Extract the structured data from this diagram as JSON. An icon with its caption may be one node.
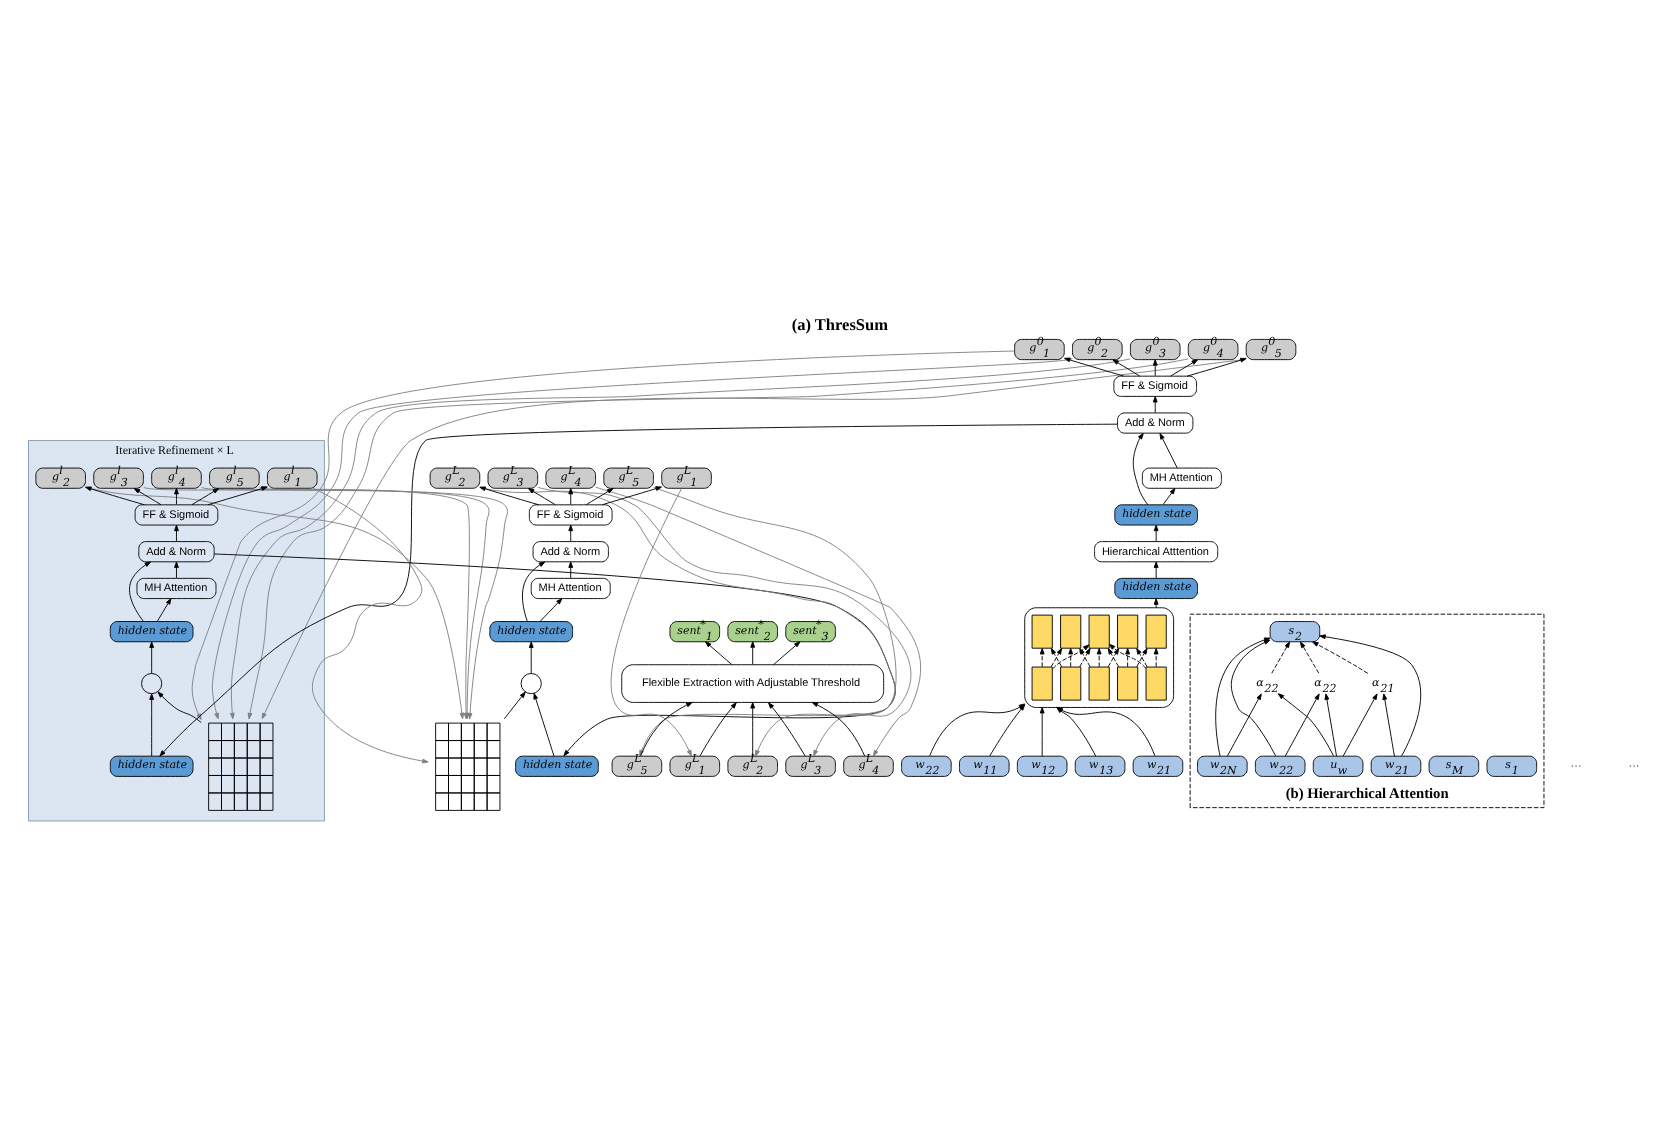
{
  "diagram": {
    "title": "(a) ThresSum",
    "nodes": [
      {
        "text": [
          "g$^{0}$$_{1}$"
        ]
      },
      {
        "text": [
          "g$^{0}$$_{2}$"
        ]
      },
      {
        "text": [
          "g$^{0}$$_{3}$"
        ]
      },
      {
        "text": [
          "g$^{0}$$_{4}$"
        ]
      },
      {
        "text": [
          "g$^{0}$$_{5}$"
        ]
      },
      {
        "text": [
          "FF & Sigmoid"
        ]
      },
      {
        "text": [
          "Add & Norm"
        ]
      },
      {
        "text": [
          "MH Attention"
        ]
      },
      {
        "text": [
          "hidden state"
        ]
      },
      {
        "text": [
          "Hierarchical Atttention"
        ]
      },
      {
        "text": [
          "hidden state"
        ]
      },
      {
        "text": [],
        "shape": "box"
      },
      {
        "text": [],
        "shape": "box",
        "in": 11
      },
      {
        "text": [],
        "shape": "box",
        "in": 11
      },
      {
        "text": [],
        "shape": "box",
        "in": 11
      },
      {
        "text": [],
        "shape": "box",
        "in": 11
      },
      {
        "text": [],
        "shape": "box",
        "in": 11
      },
      {
        "text": [],
        "shape": "box",
        "in": 11
      },
      {
        "text": [],
        "shape": "box",
        "in": 11
      },
      {
        "text": [],
        "shape": "box",
        "in": 11
      },
      {
        "text": [],
        "shape": "box",
        "in": 11
      },
      {
        "text": [],
        "shape": "box",
        "in": 11
      },
      {
        "text": [
          "w$_{11}$"
        ]
      },
      {
        "text": [
          "w$_{12}$"
        ]
      },
      {
        "text": [
          "w$_{13}$"
        ]
      },
      {
        "text": [
          "w$_{21}$"
        ]
      },
      {
        "text": [
          "w$_{22}$"
        ]
      },
      {
        "text": [
          "Iterative Refinement × L"
        ]
      },
      {
        "text": [
          "g$^{l}$$_{1}$"
        ],
        "in": 27
      },
      {
        "text": [
          "g$^{l}$$_{2}$"
        ],
        "in": 27
      },
      {
        "text": [
          "g$^{l}$$_{3}$"
        ],
        "in": 27
      },
      {
        "text": [
          "g$^{l}$$_{4}$"
        ],
        "in": 27
      },
      {
        "text": [
          "g$^{l}$$_{5}$"
        ],
        "in": 27
      },
      {
        "text": [
          "FF & Sigmoid"
        ],
        "in": 27
      },
      {
        "text": [
          "Add & Norm"
        ],
        "in": 27
      },
      {
        "text": [
          "MH Attention"
        ],
        "in": 27
      },
      {
        "text": [
          "hidden state"
        ],
        "in": 27
      },
      {
        "text": [],
        "shape": "grid",
        "in": 27
      },
      {
        "text": [],
        "shape": "circle",
        "in": 27
      },
      {
        "text": [
          "hidden state"
        ],
        "in": 27
      },
      {
        "text": [
          "g$^{L}$$_{1}$"
        ]
      },
      {
        "text": [
          "g$^{L}$$_{2}$"
        ]
      },
      {
        "text": [
          "g$^{L}$$_{3}$"
        ]
      },
      {
        "text": [
          "g$^{L}$$_{4}$"
        ]
      },
      {
        "text": [
          "g$^{L}$$_{5}$"
        ]
      },
      {
        "text": [
          "FF & Sigmoid"
        ]
      },
      {
        "text": [
          "Add & Norm"
        ]
      },
      {
        "text": [
          "MH Attention"
        ]
      },
      {
        "text": [
          "hidden state"
        ]
      },
      {
        "text": [],
        "shape": "grid"
      },
      {
        "text": [],
        "shape": "circle"
      },
      {
        "text": [
          "hidden state"
        ]
      },
      {
        "text": [
          "(b) Hierarchical Attention"
        ]
      },
      {
        "text": [
          "s$_{1}$"
        ],
        "in": 52
      },
      {
        "text": [
          "s$_{2}$"
        ],
        "in": 52
      },
      {
        "text": [
          "s$_{M}$"
        ],
        "in": 52
      },
      {
        "text": [
          "α$_{21}$"
        ],
        "in": 52
      },
      {
        "text": [
          "α$_{22}$"
        ],
        "in": 52
      },
      {
        "text": [
          "α$_{22}$"
        ],
        "in": 52
      },
      {
        "text": [
          "u$_{w}$"
        ],
        "in": 52
      },
      {
        "text": [
          "w$_{21}$"
        ],
        "in": 52
      },
      {
        "text": [
          "w$_{22}$"
        ],
        "in": 52
      },
      {
        "text": [
          "w$_{2N}$"
        ],
        "in": 52
      },
      {
        "text": [
          "sent$^{*}$$_{1}$"
        ]
      },
      {
        "text": [
          "sent$^{*}$$_{2}$"
        ]
      },
      {
        "text": [
          "sent$^{*}$$_{3}$"
        ]
      },
      {
        "text": [
          "Flexible Extraction with Adjustable Threshold"
        ]
      },
      {
        "text": [
          "g$^{L}$$_{1}$"
        ]
      },
      {
        "text": [
          "g$^{L}$$_{2}$"
        ]
      },
      {
        "text": [
          "g$^{L}$$_{3}$"
        ]
      },
      {
        "text": [
          "g$^{L}$$_{4}$"
        ]
      },
      {
        "text": [
          "g$^{L}$$_{5}$"
        ]
      }
    ],
    "edges": [
      {
        "from": 22,
        "to": 11,
        "arrow": "to"
      },
      {
        "from": 23,
        "to": 11,
        "arrow": "to"
      },
      {
        "from": 24,
        "to": 11,
        "arrow": "to"
      },
      {
        "from": 25,
        "to": 11,
        "arrow": "to"
      },
      {
        "from": 26,
        "to": 11,
        "arrow": "to"
      },
      {
        "from": 17,
        "to": 12,
        "arrow": "to",
        "style": "dashed"
      },
      {
        "from": 18,
        "to": 13,
        "arrow": "to",
        "style": "dashed"
      },
      {
        "from": 19,
        "to": 14,
        "arrow": "to",
        "style": "dashed"
      },
      {
        "from": 20,
        "to": 15,
        "arrow": "to",
        "style": "dashed"
      },
      {
        "from": 21,
        "to": 16,
        "arrow": "to",
        "style": "dashed"
      },
      {
        "from": 17,
        "to": 13,
        "arrow": "to",
        "style": "dashed"
      },
      {
        "from": 18,
        "to": 12,
        "arrow": "to",
        "style": "dashed"
      },
      {
        "from": 18,
        "to": 14,
        "arrow": "to",
        "style": "dashed"
      },
      {
        "from": 19,
        "to": 13,
        "arrow": "to",
        "style": "dashed"
      },
      {
        "from": 19,
        "to": 15,
        "arrow": "to",
        "style": "dashed"
      },
      {
        "from": 20,
        "to": 14,
        "arrow": "to",
        "style": "dashed"
      },
      {
        "from": 20,
        "to": 16,
        "arrow": "to",
        "style": "dashed"
      },
      {
        "from": 21,
        "to": 15,
        "arrow": "to",
        "style": "dashed"
      },
      {
        "from": 17,
        "to": 14,
        "arrow": "to",
        "style": "dashed"
      },
      {
        "from": 21,
        "to": 14,
        "arrow": "to",
        "style": "dashed"
      },
      {
        "from": 11,
        "to": 10,
        "arrow": "to"
      },
      {
        "from": 10,
        "to": 9,
        "arrow": "to"
      },
      {
        "from": 9,
        "to": 8,
        "arrow": "to"
      },
      {
        "from": 8,
        "to": 7,
        "arrow": "to"
      },
      {
        "from": 8,
        "to": 6,
        "arrow": "to"
      },
      {
        "from": 7,
        "to": 6,
        "arrow": "to"
      },
      {
        "from": 6,
        "to": 5,
        "arrow": "to"
      },
      {
        "from": 5,
        "to": 0,
        "arrow": "to"
      },
      {
        "from": 5,
        "to": 1,
        "arrow": "to"
      },
      {
        "from": 5,
        "to": 2,
        "arrow": "to"
      },
      {
        "from": 5,
        "to": 3,
        "arrow": "to"
      },
      {
        "from": 5,
        "to": 4,
        "arrow": "to"
      },
      {
        "from": 0,
        "to": 37,
        "arrow": "to",
        "color": "#808080"
      },
      {
        "from": 1,
        "to": 37,
        "arrow": "to",
        "color": "#808080"
      },
      {
        "from": 2,
        "to": 37,
        "arrow": "to",
        "color": "#808080"
      },
      {
        "from": 3,
        "to": 37,
        "arrow": "to",
        "color": "#808080"
      },
      {
        "from": 4,
        "to": 37,
        "arrow": "to",
        "color": "#808080"
      },
      {
        "from": 6,
        "to": 39,
        "arrow": "to"
      },
      {
        "from": 39,
        "to": 38,
        "arrow": "to"
      },
      {
        "from": 37,
        "to": 38,
        "arrow": "to"
      },
      {
        "from": 38,
        "to": 36,
        "arrow": "to"
      },
      {
        "from": 36,
        "to": 35,
        "arrow": "to"
      },
      {
        "from": 36,
        "to": 34,
        "arrow": "to"
      },
      {
        "from": 35,
        "to": 34,
        "arrow": "to"
      },
      {
        "from": 34,
        "to": 33,
        "arrow": "to"
      },
      {
        "from": 33,
        "to": 28,
        "arrow": "to"
      },
      {
        "from": 33,
        "to": 29,
        "arrow": "to"
      },
      {
        "from": 33,
        "to": 30,
        "arrow": "to"
      },
      {
        "from": 33,
        "to": 31,
        "arrow": "to"
      },
      {
        "from": 33,
        "to": 32,
        "arrow": "to"
      },
      {
        "from": 28,
        "to": 49,
        "arrow": "to",
        "color": "#808080"
      },
      {
        "from": 29,
        "to": 49,
        "arrow": "to",
        "color": "#808080"
      },
      {
        "from": 30,
        "to": 49,
        "arrow": "to",
        "color": "#808080"
      },
      {
        "from": 31,
        "to": 49,
        "arrow": "to",
        "color": "#808080"
      },
      {
        "from": 32,
        "to": 49,
        "arrow": "to",
        "color": "#808080"
      },
      {
        "from": 34,
        "to": 51,
        "arrow": "to"
      },
      {
        "from": 51,
        "to": 50,
        "arrow": "to"
      },
      {
        "from": 49,
        "to": 50,
        "arrow": "to"
      },
      {
        "from": 50,
        "to": 48,
        "arrow": "to"
      },
      {
        "from": 48,
        "to": 47,
        "arrow": "to"
      },
      {
        "from": 48,
        "to": 46,
        "arrow": "to"
      },
      {
        "from": 47,
        "to": 46,
        "arrow": "to"
      },
      {
        "from": 46,
        "to": 45,
        "arrow": "to"
      },
      {
        "from": 45,
        "to": 40,
        "arrow": "to"
      },
      {
        "from": 45,
        "to": 41,
        "arrow": "to"
      },
      {
        "from": 45,
        "to": 42,
        "arrow": "to"
      },
      {
        "from": 45,
        "to": 43,
        "arrow": "to"
      },
      {
        "from": 45,
        "to": 44,
        "arrow": "to"
      },
      {
        "from": 40,
        "to": 67,
        "arrow": "to",
        "color": "#808080"
      },
      {
        "from": 41,
        "to": 68,
        "arrow": "to",
        "color": "#808080"
      },
      {
        "from": 42,
        "to": 69,
        "arrow": "to",
        "color": "#808080"
      },
      {
        "from": 43,
        "to": 70,
        "arrow": "to",
        "color": "#808080"
      },
      {
        "from": 44,
        "to": 71,
        "arrow": "to",
        "color": "#808080"
      },
      {
        "from": 67,
        "to": 66,
        "arrow": "to"
      },
      {
        "from": 68,
        "to": 66,
        "arrow": "to"
      },
      {
        "from": 69,
        "to": 66,
        "arrow": "to"
      },
      {
        "from": 70,
        "to": 66,
        "arrow": "to"
      },
      {
        "from": 71,
        "to": 66,
        "arrow": "to"
      },
      {
        "from": 66,
        "to": 63,
        "arrow": "to"
      },
      {
        "from": 66,
        "to": 64,
        "arrow": "to"
      },
      {
        "from": 66,
        "to": 65,
        "arrow": "to"
      },
      {
        "from": 59,
        "to": 56,
        "arrow": "to"
      },
      {
        "from": 60,
        "to": 56,
        "arrow": "to"
      },
      {
        "from": 59,
        "to": 57,
        "arrow": "to"
      },
      {
        "from": 61,
        "to": 57,
        "arrow": "to"
      },
      {
        "from": 59,
        "to": 58,
        "arrow": "to"
      },
      {
        "from": 62,
        "to": 58,
        "arrow": "to"
      },
      {
        "from": 60,
        "to": 54,
        "arrow": "to"
      },
      {
        "from": 61,
        "to": 54,
        "arrow": "to"
      },
      {
        "from": 62,
        "to": 54,
        "arrow": "to"
      },
      {
        "from": 56,
        "to": 54,
        "arrow": "to",
        "style": "dashed"
      },
      {
        "from": 57,
        "to": 54,
        "arrow": "to",
        "style": "dashed"
      },
      {
        "from": 58,
        "to": 54,
        "arrow": "to",
        "style": "dashed"
      }
    ],
    "labels": [
      "···",
      "···"
    ]
  }
}
